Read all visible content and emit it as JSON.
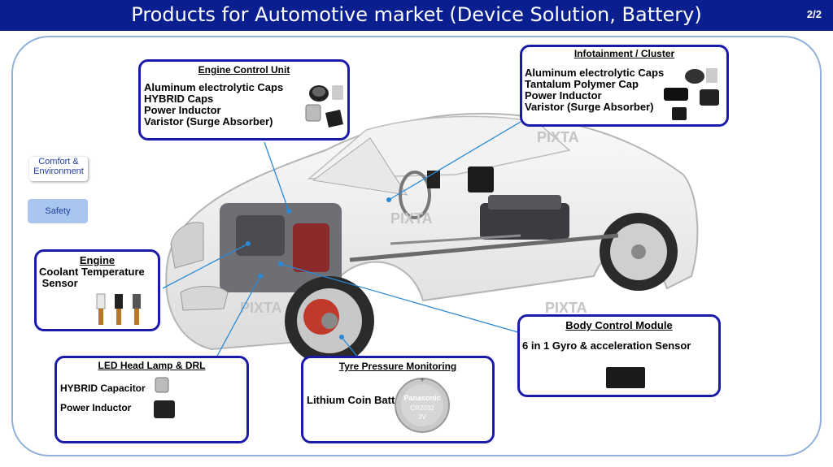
{
  "header": {
    "title": "Products for Automotive market (Device Solution, Battery)",
    "page": "2/2"
  },
  "tags": {
    "comfort": "Comfort & Environment",
    "safety": "Safety"
  },
  "ecu": {
    "heading": "Engine Control Unit",
    "items": [
      "Aluminum electrolytic Caps",
      "HYBRID Caps",
      "Power Inductor",
      "Varistor (Surge Absorber)"
    ]
  },
  "infotainment": {
    "heading": "Infotainment / Cluster",
    "items": [
      "Aluminum electrolytic Caps",
      "Tantalum Polymer Cap",
      "Power Inductor",
      "Varistor (Surge Absorber)"
    ]
  },
  "engine": {
    "heading": "Engine",
    "items": [
      "Coolant Temperature",
      " Sensor"
    ]
  },
  "bcm": {
    "heading": "Body Control Module",
    "items": [
      "6 in 1 Gyro & acceleration Sensor"
    ]
  },
  "led": {
    "heading": "LED Head Lamp & DRL",
    "items": [
      "HYBRID Capacitor",
      "Power Inductor"
    ]
  },
  "tpms": {
    "heading": "Tyre Pressure Monitoring",
    "items": [
      "Lithium Coin Batt"
    ],
    "battery_brand": "Panasonic",
    "battery_model": "CR2032",
    "battery_voltage": "3V"
  },
  "watermark": "PIXTA",
  "colors": {
    "header": "#0a1f8f",
    "box_border": "#1a1aa8",
    "frame": "#8fb0d8",
    "connector": "#2a8ad8"
  }
}
